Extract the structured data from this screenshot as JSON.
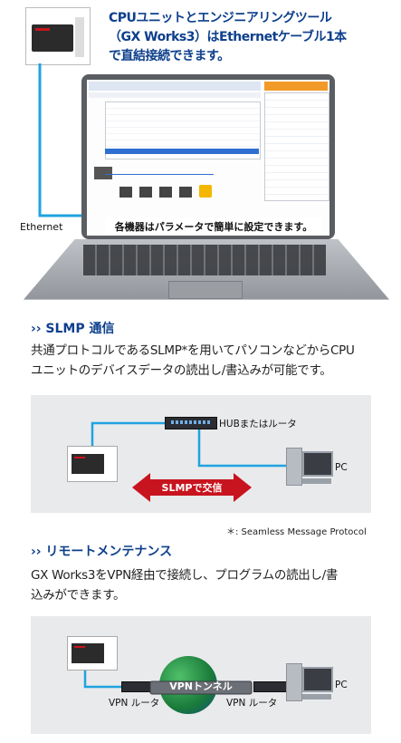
{
  "top": {
    "heading_lines": [
      "CPUユニットとエンジニアリングツール",
      "（GX Works3）はEthernetケーブル1本",
      "で直結接続できます。"
    ],
    "ethernet_label": "Ethernet",
    "laptop_caption": "各機器はパラメータで簡単に設定できます。"
  },
  "slmp": {
    "title": "›› SLMP 通信",
    "desc_lines": [
      "共通プロトコルであるSLMP*を用いてパソコンなどからCPU",
      "ユニットのデバイスデータの読出し/書込みが可能です。"
    ],
    "hub_label": "HUBまたはルータ",
    "arrow_label": "SLMPで交信",
    "pc_label": "PC",
    "footnote": "＊: Seamless Message Protocol"
  },
  "remote": {
    "title": "›› リモートメンテナンス",
    "desc_lines": [
      "GX Works3をVPN経由で接続し、プログラムの読出し/書",
      "込みができます。"
    ],
    "vpn_tunnel_label": "VPNトンネル",
    "router_left_label": "VPN ルータ",
    "router_right_label": "VPN ルータ",
    "pc_label": "PC"
  },
  "colors": {
    "accent_blue": "#0d4ea3",
    "line_blue": "#1fa3e0",
    "arrow_red": "#c8141e",
    "panel_gray": "#e9eaec"
  }
}
